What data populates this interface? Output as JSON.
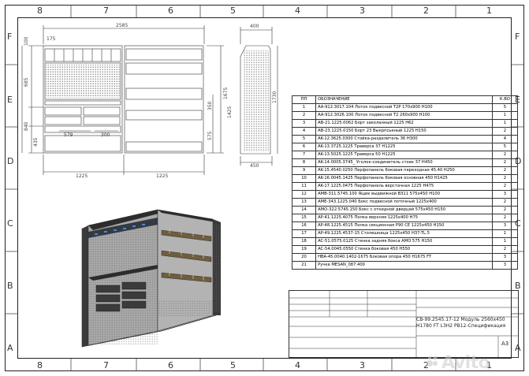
{
  "zones": {
    "top": [
      "8",
      "7",
      "6",
      "5",
      "4",
      "3",
      "2",
      "1"
    ],
    "bottom": [
      "8",
      "7",
      "6",
      "5",
      "4",
      "3",
      "2",
      "1"
    ],
    "left": [
      "F",
      "E",
      "D",
      "C",
      "B",
      "A"
    ],
    "right": [
      "F",
      "E",
      "D",
      "C",
      "B",
      "A"
    ]
  },
  "dimensions": {
    "front_width": "2585",
    "left_unit_1": "1225",
    "left_unit_2": "1225",
    "top_175": "175",
    "top_100": "100",
    "h_685": "685",
    "h_840": "840",
    "h_435": "435",
    "d_579": "579",
    "d_300": "300",
    "h_350": "350",
    "h_575": "575",
    "h_1675": "1675",
    "h_1425": "1425",
    "side_400": "400",
    "side_450": "450",
    "side_1730": "1730"
  },
  "spec_table": {
    "headers": {
      "num": "ПП",
      "desc": "ОБОЗНАЧЕНИЕ",
      "qty": "К.ВО"
    },
    "rows": [
      {
        "num": "1",
        "desc": "AA-912.3017.104 Лоток подвесной T2P 170x900 H100",
        "qty": "5"
      },
      {
        "num": "2",
        "desc": "AA-912.3026.100 Лоток подвесной T2 260x900 H100",
        "qty": "1"
      },
      {
        "num": "3",
        "desc": "AB-21.1225.0062 Борт заколанный 1225 H62",
        "qty": "1"
      },
      {
        "num": "4",
        "desc": "AB-23.1225.0150 Борт 23 Выкрпсьеный 1225 H150",
        "qty": "2"
      },
      {
        "num": "5",
        "desc": "AK-12.3625.0300 Стойка-разделитель 36 H300",
        "qty": "4"
      },
      {
        "num": "6",
        "desc": "AK-13.3725.1225 Траверса 37 H1225",
        "qty": "5"
      },
      {
        "num": "7",
        "desc": "AK-13.5025.1225 Траверса 50 H1225",
        "qty": "2"
      },
      {
        "num": "8",
        "desc": "AK-14.0005.3745_ Уголок-соединитель стоек 37 H450",
        "qty": "2"
      },
      {
        "num": "9",
        "desc": "AK-15.4540.0250 Перфопанель боковая переходная 45.40 H250",
        "qty": "2"
      },
      {
        "num": "10",
        "desc": "AK-16.0045.1425 Перфопанель боковая основная 450 H1425",
        "qty": "2"
      },
      {
        "num": "11",
        "desc": "AK-17.1225.0475 Перфопанель верстачная 1225 H475",
        "qty": "2"
      },
      {
        "num": "12",
        "desc": "AMB-311.5745.100 Ящик выдвижной B311 575x450 H100",
        "qty": "3"
      },
      {
        "num": "13",
        "desc": "AME-343.1225.040 Бокс подвесной лоточный 1225x400",
        "qty": "2"
      },
      {
        "num": "14",
        "desc": "AMO-322.5745.150 Бокс с откидной дверцей 575x450 H150",
        "qty": "2"
      },
      {
        "num": "15",
        "desc": "AP-41.1225.4075 Полка верхняя 1225x400 H75",
        "qty": "2"
      },
      {
        "num": "16",
        "desc": "AP-48.1225.4515 Полка секционная P90 CE 1225x450 H150",
        "qty": "3"
      },
      {
        "num": "17",
        "desc": "AP-49.1225.4537-15 Столешница 1225x450 H37-TL.5",
        "qty": "1"
      },
      {
        "num": "18",
        "desc": "AC-51.0575.0125 Стенка задняя бокса AMO 575 H150",
        "qty": "1"
      },
      {
        "num": "19",
        "desc": "AC-54.0045.0550 Стенка боковая 450 H550",
        "qty": "2"
      },
      {
        "num": "20",
        "desc": "HBA-45.0040.1402-1675 Боковая опора 450 H1675 FT",
        "qty": "3"
      },
      {
        "num": "21",
        "desc": "Ручка MESAN_087.400",
        "qty": "3"
      }
    ]
  },
  "title_block": {
    "title": "CB-99.2545.17-12 Модуль 2560x450 H1780 FT L3H2 PB12-Спецификация",
    "format": "A3"
  },
  "watermark": {
    "text": "Avito"
  },
  "colors": {
    "line": "#333333",
    "panel": "#9a9a9a",
    "dark": "#2b2b2b",
    "accent": "#3f6db5"
  }
}
